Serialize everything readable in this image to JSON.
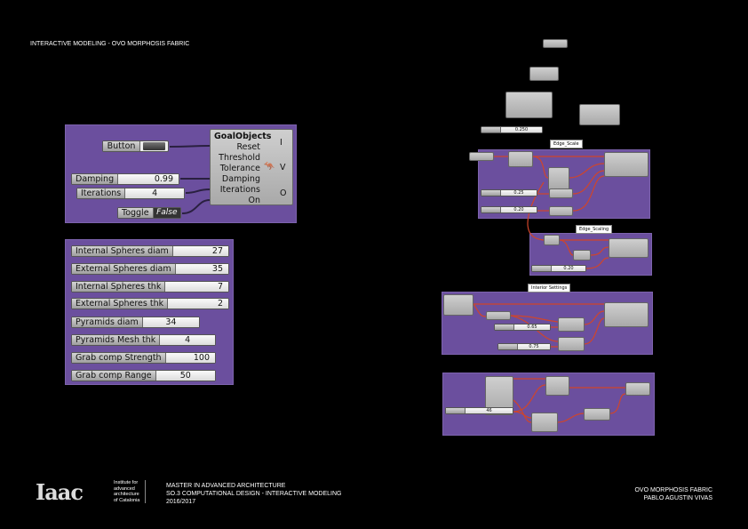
{
  "header": {
    "title": "INTERACTIVE MODELING - OVO MORPHOSIS FABRIC"
  },
  "solver": {
    "inputs": [
      "GoalObjects",
      "Reset",
      "Threshold",
      "Tolerance",
      "Damping",
      "Iterations",
      "On"
    ],
    "outputs": [
      "I",
      "V",
      "O"
    ],
    "button_label": "Button",
    "damping": {
      "label": "Damping",
      "value": "0.99"
    },
    "iterations": {
      "label": "Iterations",
      "value": "4"
    },
    "toggle": {
      "label": "Toggle",
      "value": "False"
    }
  },
  "parameters": [
    {
      "label": "Internal Spheres diam",
      "value": "27"
    },
    {
      "label": "External Spheres diam",
      "value": "35"
    },
    {
      "label": "Internal Spheres thk",
      "value": "7"
    },
    {
      "label": "External Spheres thk",
      "value": "2"
    },
    {
      "label": "Pyramids diam",
      "value": "34"
    },
    {
      "label": "Pyramids Mesh thk",
      "value": "4"
    },
    {
      "label": "Grab comp Strength",
      "value": "100"
    },
    {
      "label": "Grab comp  Range",
      "value": "50"
    }
  ],
  "graph": {
    "groups": [
      "Edge_Scale",
      "Edge_Scaling",
      "Interior Settings"
    ],
    "sliders": [
      "0.250",
      "0.25",
      "0.20",
      "0.20",
      "0.65",
      "0.75",
      "46"
    ]
  },
  "footer": {
    "logo": "Iaac",
    "institute": [
      "Institute for",
      "advanced",
      "architecture",
      "of Catalonia"
    ],
    "course": [
      "MASTER IN ADVANCED ARCHITECTURE",
      "SO.3 COMPUTATIONAL DESIGN - INTERACTIVE  MODELING",
      "2016/2017"
    ],
    "project": [
      "OVO MORPHOSIS FABRIC",
      "PABLO AGUSTIN VIVAS"
    ]
  },
  "colors": {
    "panel": "#6b4f9e",
    "wire": "#d0452a"
  }
}
